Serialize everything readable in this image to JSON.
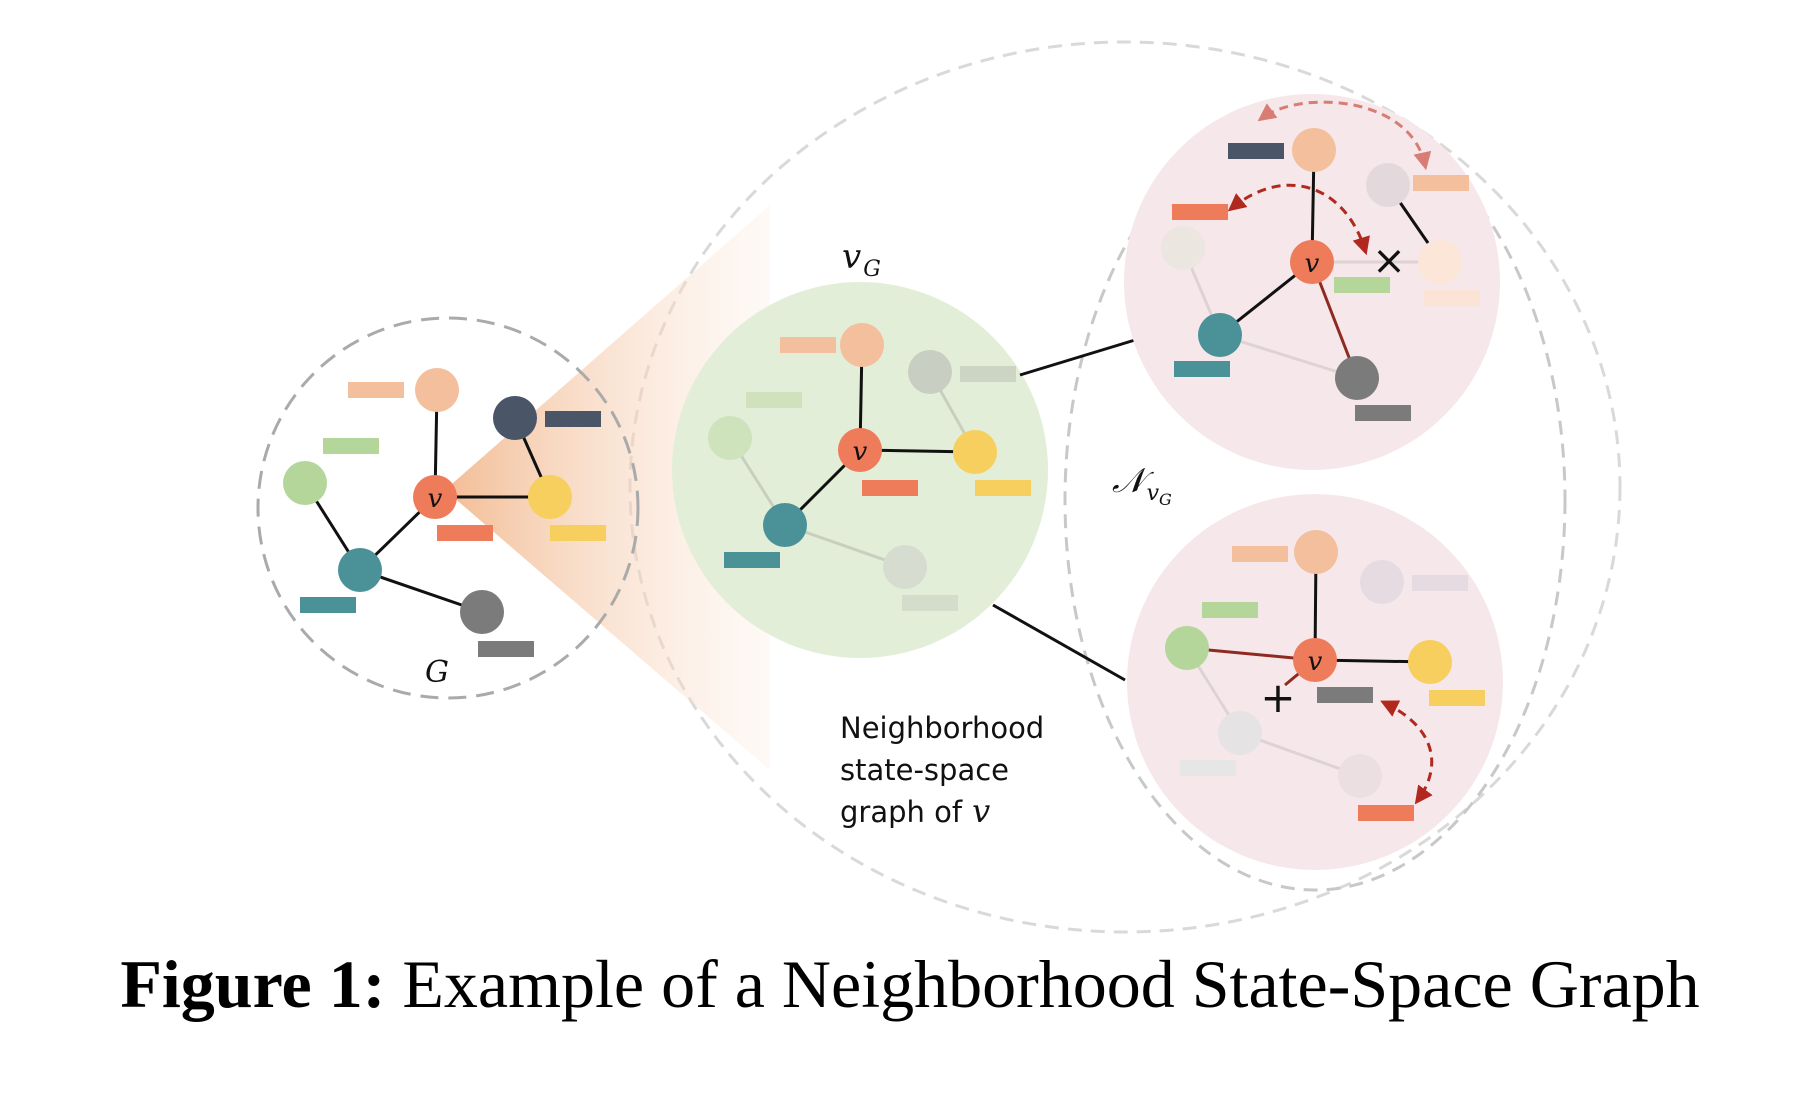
{
  "labels": {
    "graph": "G",
    "node_v": "v",
    "node_v_graph_base": "v",
    "node_v_graph_sub": "G",
    "neighborhood_base": "𝒩",
    "neighborhood_sub_base": "v",
    "neighborhood_sub_sub": "G",
    "description_line1": "Neighborhood",
    "description_line2": "state-space",
    "description_line3_prefix": "graph of",
    "description_line3_var": "v",
    "remove_marker": "×",
    "add_marker": "+"
  },
  "caption": {
    "label": "Figure 1:",
    "text": "Example of a Neighborhood State-Space Graph"
  },
  "colors": {
    "peach": "#f3bf9c",
    "navy": "#4a5568",
    "green": "#b5d69a",
    "center": "#ee7b5a",
    "yellow": "#f7cf5f",
    "teal": "#4a9297",
    "gray": "#7b7b7b",
    "green_disc": "#e3eed8",
    "pink_disc": "#f6e8ea",
    "arrow_dark": "#b0281e",
    "arrow_light": "#d77d74",
    "dashed_border": "#c8c8c8"
  }
}
